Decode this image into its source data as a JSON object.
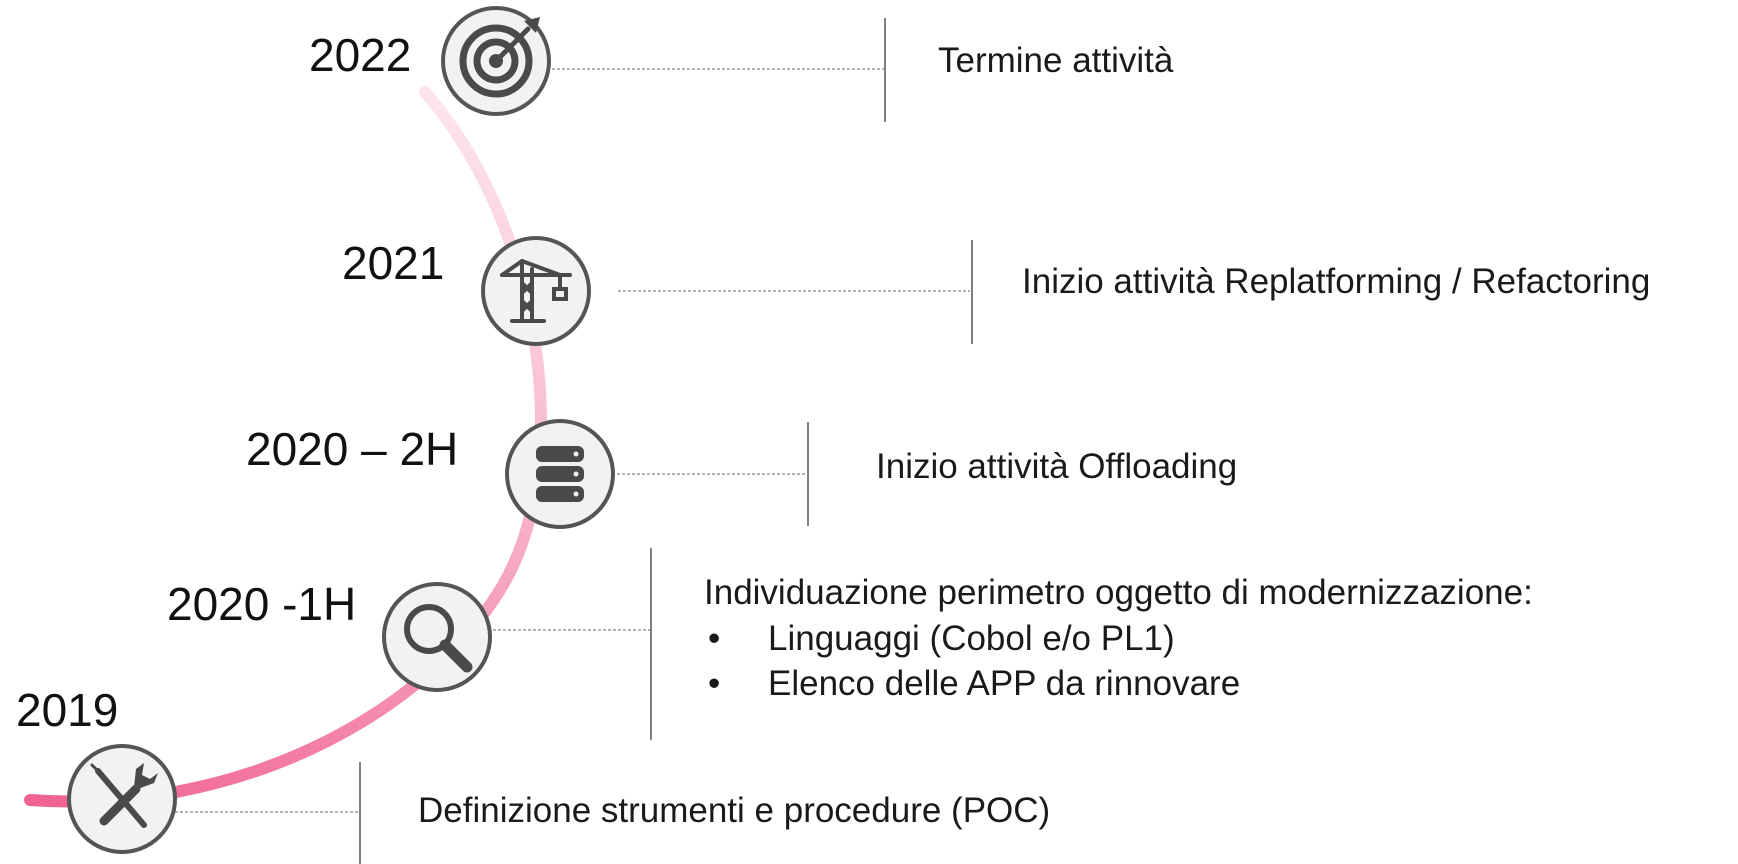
{
  "timeline": {
    "milestones": [
      {
        "year": "2022",
        "icon": "target-icon",
        "text": "Termine attività"
      },
      {
        "year": "2021",
        "icon": "crane-icon",
        "text": "Inizio attività Replatforming / Refactoring"
      },
      {
        "year": "2020 – 2H",
        "icon": "database-icon",
        "text": "Inizio attività Offloading"
      },
      {
        "year": "2020 -1H",
        "icon": "magnifier-icon",
        "text": "Individuazione perimetro oggetto di modernizzazione:",
        "bullets": [
          "Linguaggi (Cobol e/o PL1)",
          "Elenco delle APP da rinnovare"
        ]
      },
      {
        "year": "2019",
        "icon": "tools-icon",
        "text": "Definizione strumenti e procedure (POC)"
      }
    ],
    "colors": {
      "arc_light": "#fde4ec",
      "arc_dark": "#f06292",
      "icon_fill": "#f2f2f2",
      "icon_stroke": "#555555",
      "glyph": "#4a4a4a",
      "leader": "#999999",
      "divider": "#555555"
    }
  }
}
